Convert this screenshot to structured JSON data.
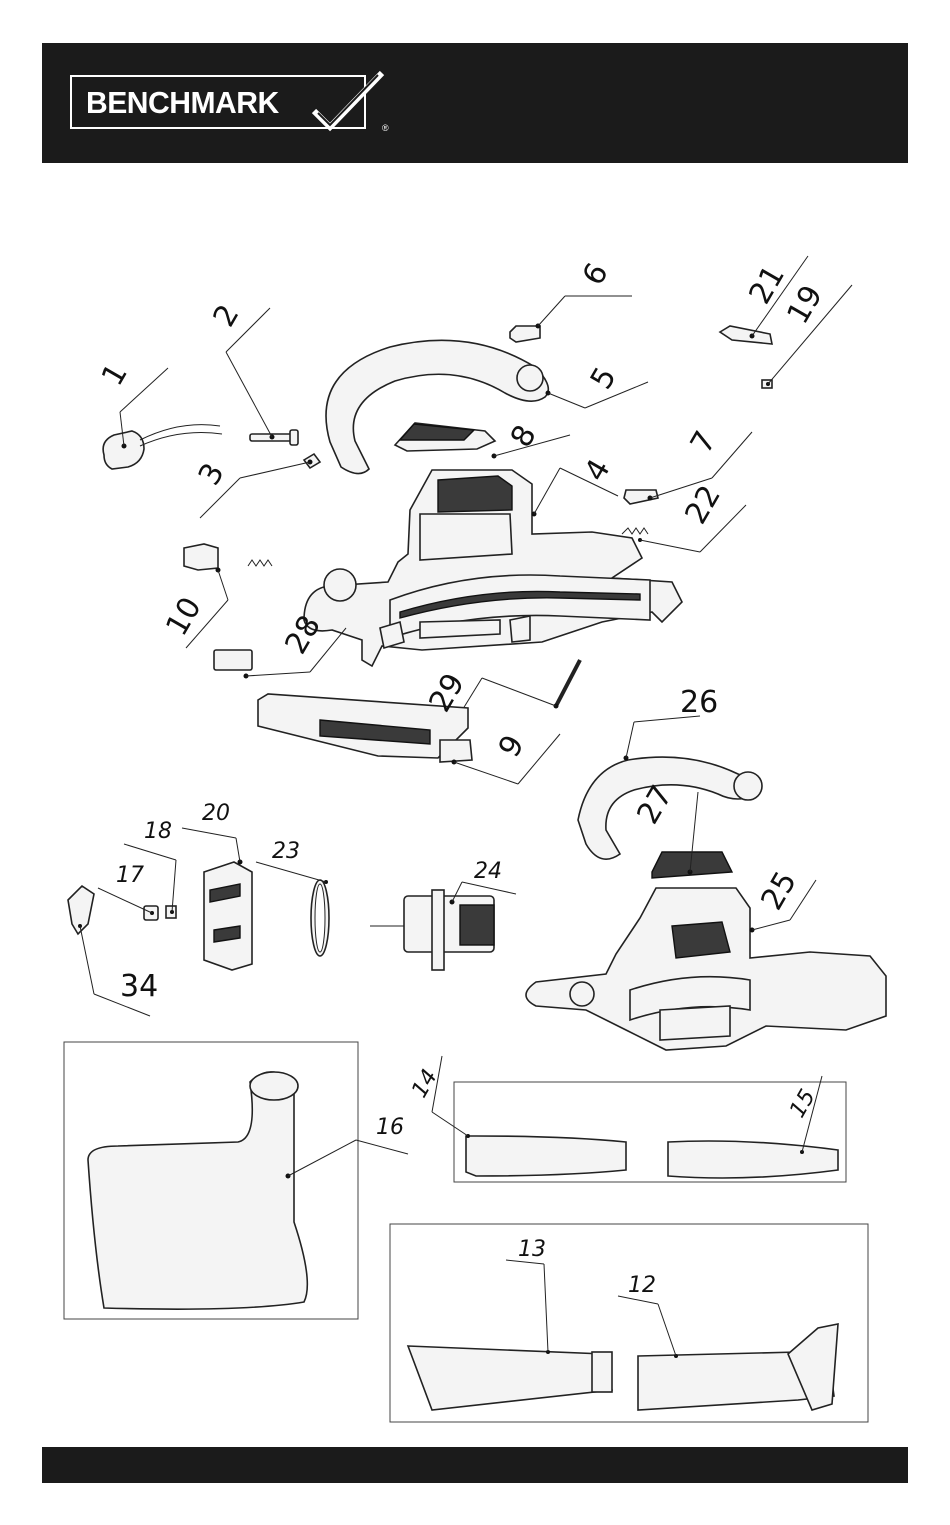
{
  "brand": {
    "name": "BENCHMARK",
    "registered_mark": "®"
  },
  "diagram": {
    "callouts": [
      "1",
      "2",
      "3",
      "4",
      "5",
      "6",
      "7",
      "8",
      "9",
      "10",
      "12",
      "13",
      "14",
      "15",
      "16",
      "17",
      "18",
      "19",
      "20",
      "21",
      "22",
      "23",
      "24",
      "25",
      "26",
      "27",
      "28",
      "29",
      "34"
    ]
  },
  "colors": {
    "bar": "#1b1b1b",
    "line": "#222222",
    "background": "#ffffff"
  }
}
